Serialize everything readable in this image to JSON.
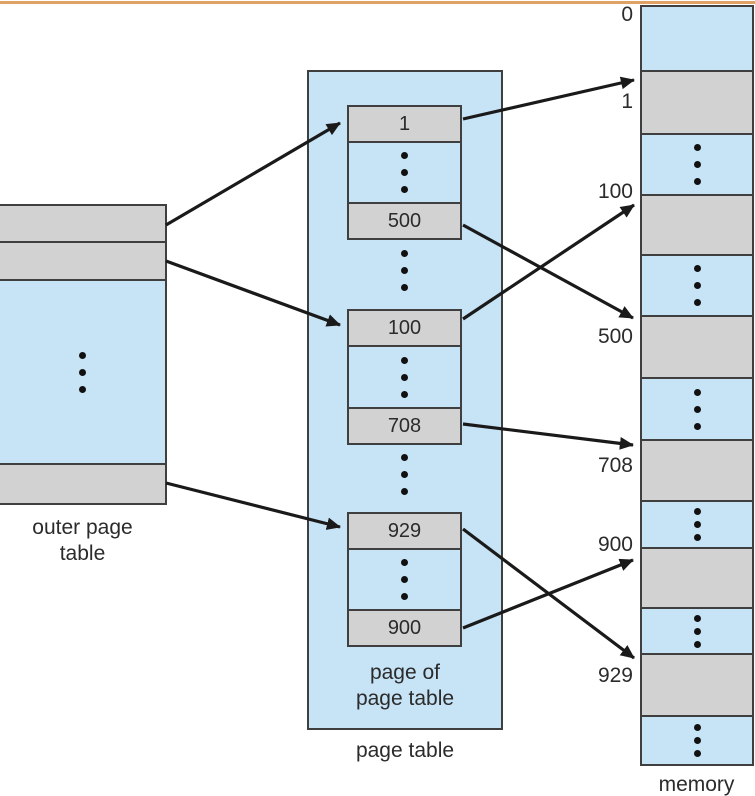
{
  "colors": {
    "top_bar": "#DFA164",
    "table_blue": "#C7E3F6",
    "cell_gray": "#D2D2D2",
    "border": "#3F3F3F",
    "arrow": "#1A1A1A"
  },
  "outer_page_table": {
    "caption_line1": "outer page",
    "caption_line2": "table"
  },
  "page_table": {
    "caption": "page table",
    "inner_caption_line1": "page of",
    "inner_caption_line2": "page table",
    "cells": [
      "1",
      "500",
      "100",
      "708",
      "929",
      "900"
    ]
  },
  "memory": {
    "caption": "memory",
    "labels": [
      "0",
      "1",
      "100",
      "500",
      "708",
      "900",
      "929"
    ]
  }
}
